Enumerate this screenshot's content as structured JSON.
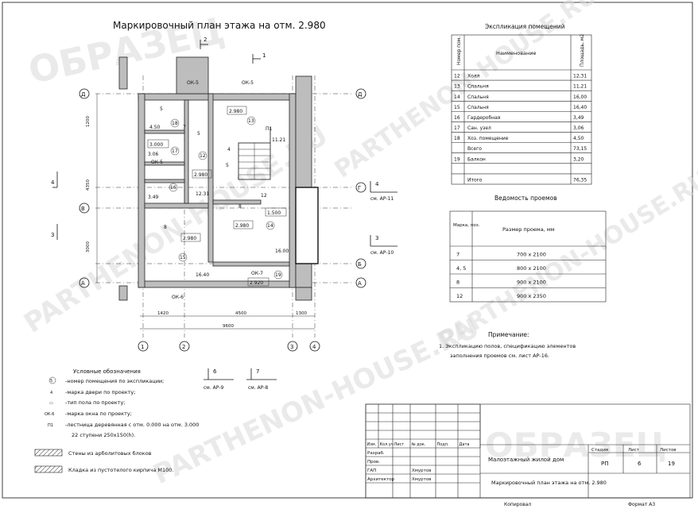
{
  "title": "Маркировочный план этажа на отм. 2.980",
  "watermarks": [
    "ОБРАЗЕЦ",
    "PARTHENON-HOUSE.RU",
    "PARTHENON-HOUSE.RU",
    "PARTHENON-HOUSE.RU",
    "PARTHENON-HOUSE.RU",
    "ОБРАЗЕЦ"
  ],
  "explication": {
    "title": "Экспликация помещений",
    "headers": [
      "Номер пом.",
      "Наименование",
      "Площадь, м2"
    ],
    "rows": [
      [
        "12",
        "Холл",
        "12,31"
      ],
      [
        "13",
        "Спальня",
        "11,21"
      ],
      [
        "14",
        "Спальня",
        "16,00"
      ],
      [
        "15",
        "Спальня",
        "16,40"
      ],
      [
        "16",
        "Гардеробная",
        "3,49"
      ],
      [
        "17",
        "Сан. узел",
        "3,06"
      ],
      [
        "18",
        "Хоз. помещение",
        "4,50"
      ],
      [
        "",
        "Всего",
        "73,15"
      ],
      [
        "19",
        "Балкон",
        "3,20"
      ],
      [
        "",
        "",
        ""
      ],
      [
        "",
        "Итого",
        "76,35"
      ]
    ]
  },
  "openings": {
    "title": "Ведомость проемов",
    "headers": [
      "Марка, поз.",
      "Размер проема, мм"
    ],
    "rows": [
      [
        "7",
        "700 x 2100"
      ],
      [
        "4, 5",
        "800 x 2100"
      ],
      [
        "8",
        "900 x 2100"
      ],
      [
        "12",
        "900 x 2350"
      ]
    ]
  },
  "note": {
    "title": "Примечание:",
    "lines": [
      "1. Экспликацию полов, спецификацию элементов",
      "заполнения проемов см. лист АР-16."
    ]
  },
  "legend": {
    "title": "Условные обозначения",
    "items": [
      {
        "symbol": "5",
        "text": "-номер помещения по экспликации;"
      },
      {
        "symbol": "4",
        "text": "-марка двери по проекту;"
      },
      {
        "symbol": "▭",
        "text": "-тип пола по проекту;"
      },
      {
        "symbol": "ОК-6",
        "text": "-марка окна по проекту;"
      },
      {
        "symbol": "П1",
        "text": "-лестница деревянная с отм. 0.000 на отм. 3.000"
      },
      {
        "symbol": "",
        "text": "22 ступени 250х150(h)."
      }
    ],
    "hatch_items": [
      "Стены из арболитовых блоков",
      "Кладка из пустотелого кирпича М100."
    ]
  },
  "plan": {
    "axes_v": [
      "1",
      "2",
      "3",
      "4"
    ],
    "axes_h": [
      "Д",
      "Г",
      "В",
      "Б",
      "А"
    ],
    "windows": [
      "ОК-5",
      "ОК-5",
      "ОК-6",
      "ОК-5",
      "ОК-7"
    ],
    "dims": [
      "1420",
      "4500",
      "1300",
      "9600",
      "1200",
      "4350",
      "3000"
    ],
    "rooms": [
      {
        "num": "13",
        "area": "11.21",
        "floor": "2.980"
      },
      {
        "num": "12",
        "area": "12.31",
        "floor": "2.980"
      },
      {
        "num": "14",
        "area": "16.00",
        "floor": "2.980"
      },
      {
        "num": "15",
        "area": "16.40",
        "floor": "2.980"
      },
      {
        "num": "16",
        "area": "3.49",
        "floor": ""
      },
      {
        "num": "17",
        "area": "3.06",
        "floor": "3.000"
      },
      {
        "num": "18",
        "area": "4.50",
        "floor": ""
      },
      {
        "num": "19",
        "area": "",
        "floor": "2.920"
      }
    ],
    "doors": [
      "5",
      "5",
      "7",
      "4",
      "5",
      "8",
      "8",
      "12"
    ],
    "stair": "П1",
    "floor_mark": "1.500",
    "sections": [
      {
        "label": "2",
        "ref": ""
      },
      {
        "label": "1",
        "ref": ""
      },
      {
        "label": "4",
        "ref": "см. АР-11"
      },
      {
        "label": "3",
        "ref": "см. АР-10"
      },
      {
        "label": "6",
        "ref": "см. АР-9"
      },
      {
        "label": "7",
        "ref": "см. АР-8"
      }
    ]
  },
  "stamp": {
    "headers": [
      "Изм.",
      "Кол.уч",
      "Лист",
      "№ док.",
      "Подп.",
      "Дата"
    ],
    "roles": [
      {
        "role": "Разраб.",
        "name": ""
      },
      {
        "role": "Пров.",
        "name": ""
      },
      {
        "role": "ГАП",
        "name": "Хмуртов"
      },
      {
        "role": "Архитектор",
        "name": "Хмуртов"
      }
    ],
    "project": "Малоэтажный жилой дом",
    "sheet_title": "Маркировочный план этажа на отм. 2.980",
    "stage_h": "Стадия",
    "sheet_h": "Лист",
    "sheets_h": "Листов",
    "stage": "РП",
    "sheet_no": "6",
    "sheets": "19",
    "copied": "Копировал",
    "format": "Формат А3"
  }
}
